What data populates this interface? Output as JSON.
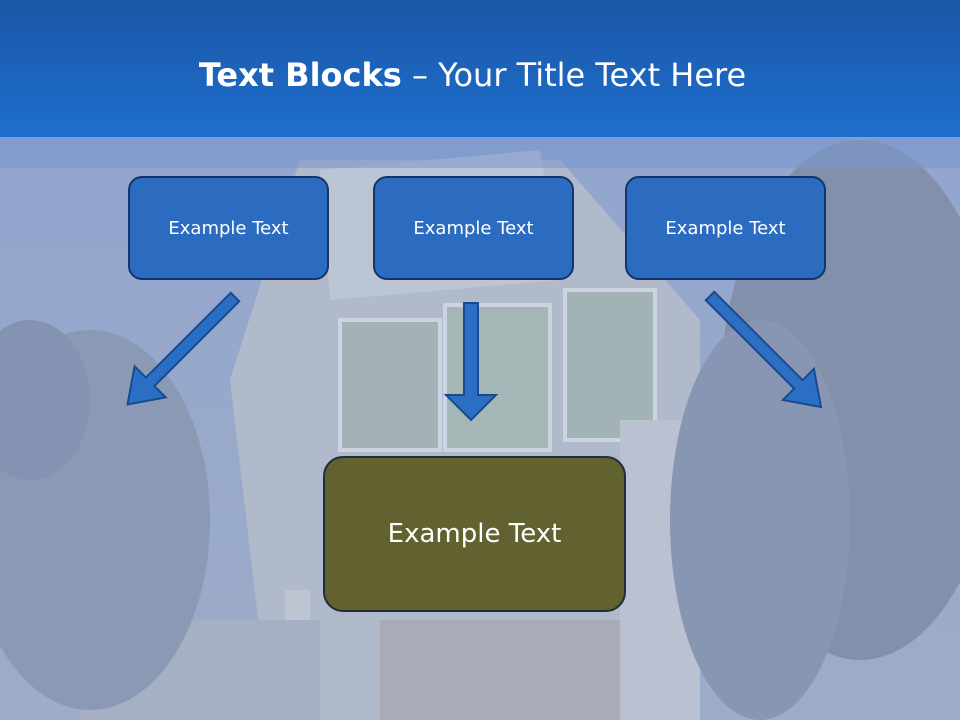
{
  "slide": {
    "title_bold": "Text Blocks",
    "title_rest": " – Your Title Text Here"
  },
  "blocks": {
    "left": "Example Text",
    "middle": "Example Text",
    "right": "Example Text",
    "center": "Example Text"
  },
  "colors": {
    "header": "#1e6fce",
    "block_fill": "#2b6cc0",
    "block_border": "#15346b",
    "center_fill": "#626130",
    "arrow": "#2a6fc4"
  }
}
